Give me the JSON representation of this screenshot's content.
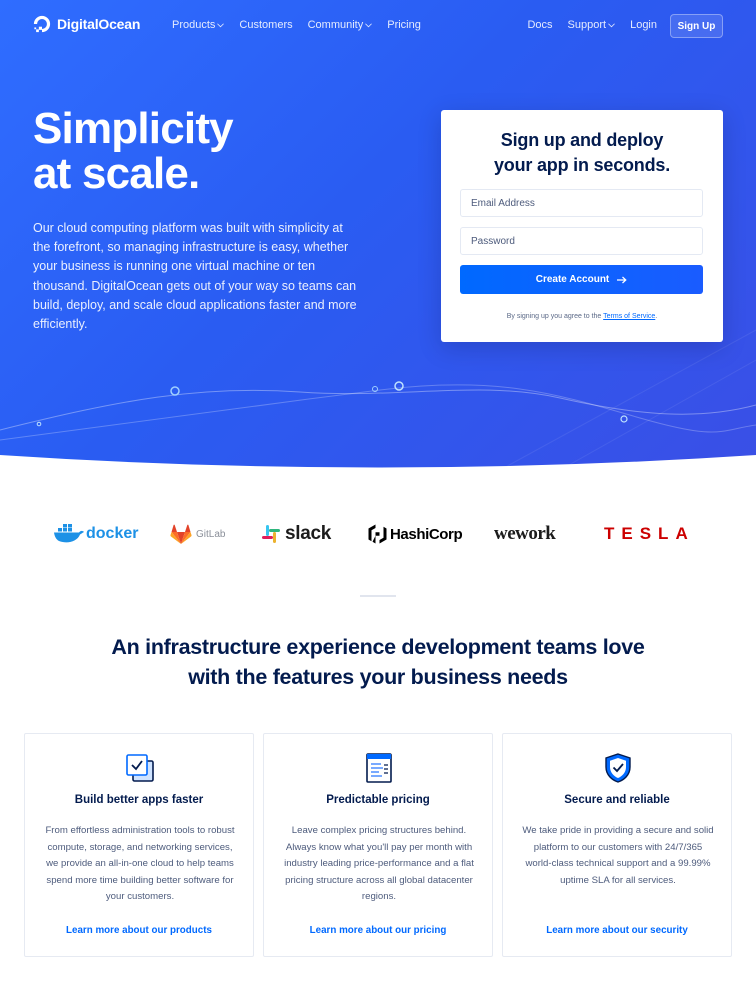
{
  "nav": {
    "brand": "DigitalOcean",
    "left_items": [
      {
        "label": "Products",
        "dropdown": true
      },
      {
        "label": "Customers",
        "dropdown": false
      },
      {
        "label": "Community",
        "dropdown": true
      },
      {
        "label": "Pricing",
        "dropdown": false
      }
    ],
    "right_items": [
      {
        "label": "Docs",
        "dropdown": false
      },
      {
        "label": "Support",
        "dropdown": true
      },
      {
        "label": "Login",
        "dropdown": false
      }
    ],
    "signup_label": "Sign Up"
  },
  "hero": {
    "title_line1": "Simplicity",
    "title_line2": "at scale.",
    "description": "Our cloud computing platform was built with simplicity at the forefront, so managing infrastructure is easy, whether your business is running one virtual machine or ten thousand. DigitalOcean gets out of your way so teams can build, deploy, and scale cloud applications faster and more efficiently."
  },
  "signup_card": {
    "title_line1": "Sign up and deploy",
    "title_line2": "your app in seconds.",
    "email_placeholder": "Email Address",
    "password_placeholder": "Password",
    "create_label": "Create Account",
    "terms_prefix": "By signing up you agree to the",
    "terms_link": "Terms of Service",
    "terms_suffix": "."
  },
  "customer_logos": [
    {
      "name": "docker",
      "icon": "docker-whale-icon",
      "color": "#1d91e6"
    },
    {
      "name": "GitLab",
      "icon": "gitlab-fox-icon",
      "color": "#e24329"
    },
    {
      "name": "slack",
      "icon": "slack-hash-icon",
      "color": "#1c1c1c"
    },
    {
      "name": "HashiCorp",
      "icon": "hashicorp-icon",
      "color": "#000000"
    },
    {
      "name": "wework",
      "icon": "none",
      "color": "#1c1c1c"
    },
    {
      "name": "TESLA",
      "icon": "none",
      "color": "#cc0000"
    }
  ],
  "section": {
    "title_line1": "An infrastructure experience development teams love",
    "title_line2": "with the features your business needs"
  },
  "features": [
    {
      "icon": "layers-check-icon",
      "title": "Build better apps faster",
      "description": "From effortless administration tools to robust compute, storage, and networking services, we provide an all-in-one cloud to help teams spend more time building better software for your customers.",
      "link": "Learn more about our products"
    },
    {
      "icon": "pricing-sheet-icon",
      "title": "Predictable pricing",
      "description": "Leave complex pricing structures behind. Always know what you'll pay per month with industry leading price-performance and a flat pricing structure across all global datacenter regions.",
      "link": "Learn more about our pricing"
    },
    {
      "icon": "shield-check-icon",
      "title": "Secure and reliable",
      "description": "We take pride in providing a secure and solid platform to our customers with 24/7/365 world-class technical support and a 99.99% uptime SLA for all services.",
      "link": "Learn more about our security"
    }
  ],
  "colors": {
    "brand_blue": "#0069ff",
    "navy": "#031b4e",
    "hero_gradient_start": "#2f6dff",
    "hero_gradient_end": "#3a4fe6"
  }
}
